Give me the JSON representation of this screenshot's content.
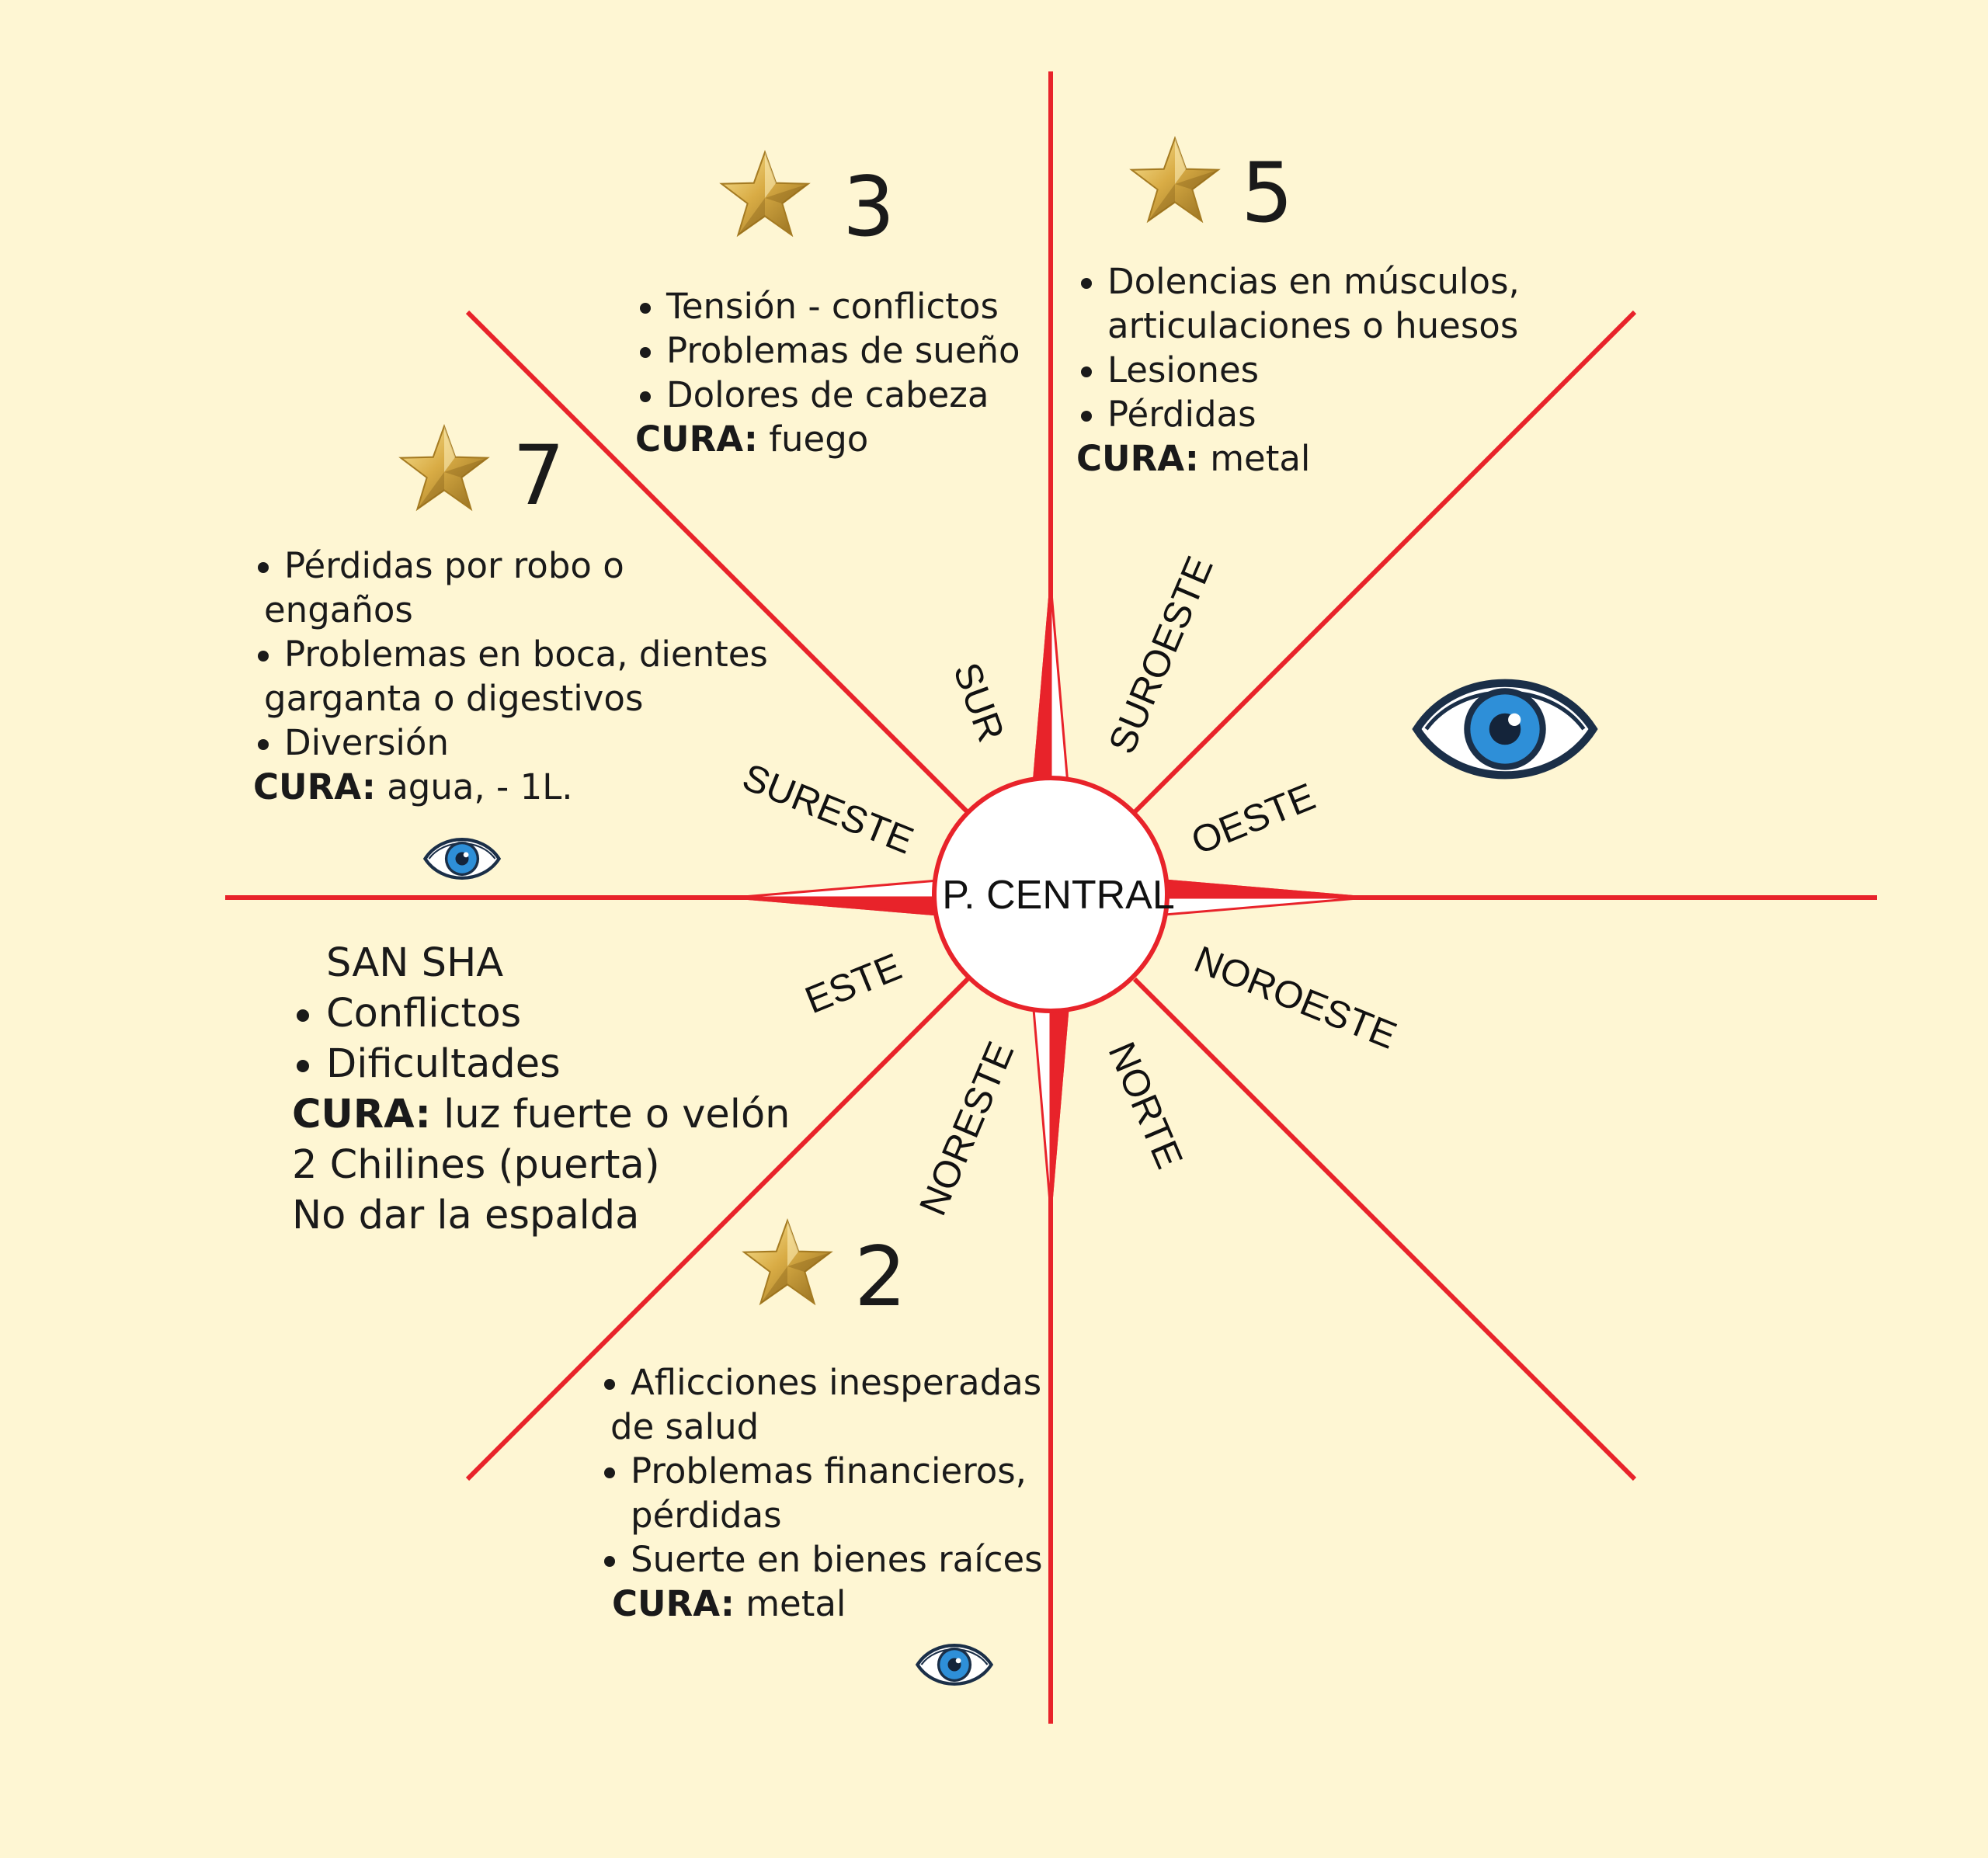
{
  "center": "P. CENTRAL",
  "directions": {
    "sur": "SUR",
    "suroeste": "SUROESTE",
    "oeste": "OESTE",
    "noroeste": "NOROESTE",
    "norte": "NORTE",
    "noreste": "NORESTE",
    "este": "ESTE",
    "sureste": "SURESTE"
  },
  "stars": {
    "s3": {
      "number": "3",
      "items": [
        "Tensión - conflictos",
        "Problemas de sueño",
        "Dolores de cabeza"
      ],
      "cura_label": "CURA:",
      "cura_value": "fuego"
    },
    "s5": {
      "number": "5",
      "item1_line1": "Dolencias en músculos,",
      "item1_line2": "articulaciones o huesos",
      "item2": "Lesiones",
      "item3": "Pérdidas",
      "cura_label": "CURA:",
      "cura_value": "metal"
    },
    "s7": {
      "number": "7",
      "item1_line1": "Pérdidas por robo o",
      "item1_line2": "engaños",
      "item2_line1": "Problemas en boca, dientes",
      "item2_line2": "garganta o digestivos",
      "item3": "Diversión",
      "cura_label": "CURA:",
      "cura_value": "agua, - 1L."
    },
    "s2": {
      "number": "2",
      "item1_line1": "Aflicciones inesperadas",
      "item1_line2": "de salud",
      "item2_line1": "Problemas financieros,",
      "item2_line2": "pérdidas",
      "item3": "Suerte en bienes raíces",
      "cura_label": "CURA:",
      "cura_value": "metal"
    }
  },
  "san_sha": {
    "title": "SAN SHA",
    "items": [
      "Conflictos",
      "Dificultades"
    ],
    "cura_label": "CURA:",
    "cura_value": "luz fuerte o velón",
    "line2": "2 Chilines (puerta)",
    "line3": "No dar la espalda"
  },
  "colors": {
    "background": "#fef6d3",
    "lines": "#e8232a",
    "star_gold": "#d4a53a",
    "eye_iris": "#2e8fd8",
    "eye_outline": "#1b2f48"
  },
  "icons": [
    "star-icon",
    "eye-icon"
  ]
}
